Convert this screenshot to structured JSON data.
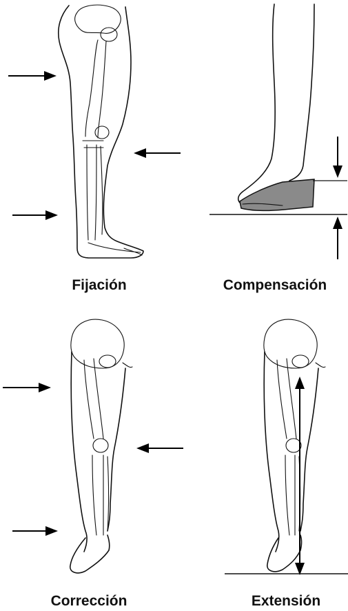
{
  "panels": {
    "fixation": {
      "label": "Fijación"
    },
    "compensation": {
      "label": "Compensación"
    },
    "correction": {
      "label": "Corrección"
    },
    "extension": {
      "label": "Extensión"
    }
  }
}
